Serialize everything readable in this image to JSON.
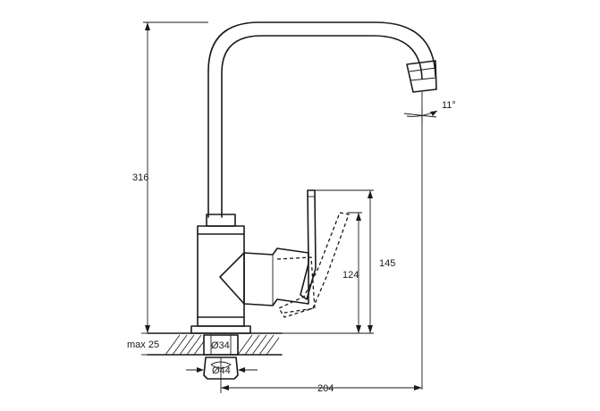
{
  "dimensions": {
    "total_height": "316",
    "lever_height_outer": "145",
    "lever_height_inner": "124",
    "max_deck_thickness": "max 25",
    "body_diameter": "Ø34",
    "hole_diameter": "Ø44",
    "spout_reach": "204",
    "spout_angle": "11°"
  }
}
